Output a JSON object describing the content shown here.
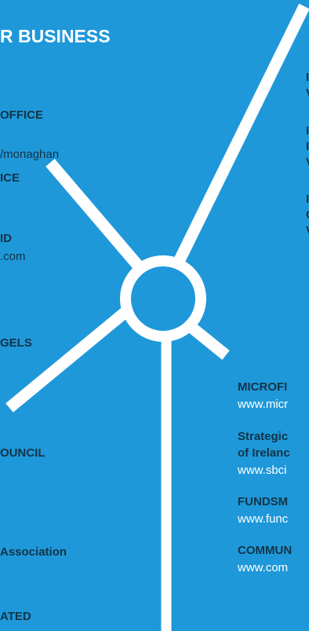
{
  "colors": {
    "background": "#1f98d9",
    "foreground": "#ffffff",
    "dark_text": "#123447"
  },
  "left_column": {
    "title": "R BUSINESS",
    "items": [
      {
        "heading": "OFFICE"
      },
      {
        "url": "/monaghan"
      },
      {
        "heading": "ICE"
      },
      {
        "heading": "ID"
      },
      {
        "url": ".com"
      },
      {
        "heading": "GELS"
      },
      {
        "heading": "OUNCIL"
      },
      {
        "heading": "Association"
      },
      {
        "heading": "ATED"
      }
    ]
  },
  "right_column": {
    "items": [
      {
        "heading": "MICROFI",
        "url": "www.micr"
      },
      {
        "heading": "Strategic",
        "heading2": "of Irelanc",
        "url": "www.sbci"
      },
      {
        "heading": "FUNDSM",
        "url": "www.func"
      },
      {
        "heading": "COMMUN",
        "url": "www.com"
      }
    ],
    "top_fragments": [
      "I",
      "V",
      "I",
      "I",
      "V",
      "I",
      "C",
      "V"
    ]
  },
  "graphic": {
    "icon": "wind-turbine-icon"
  }
}
